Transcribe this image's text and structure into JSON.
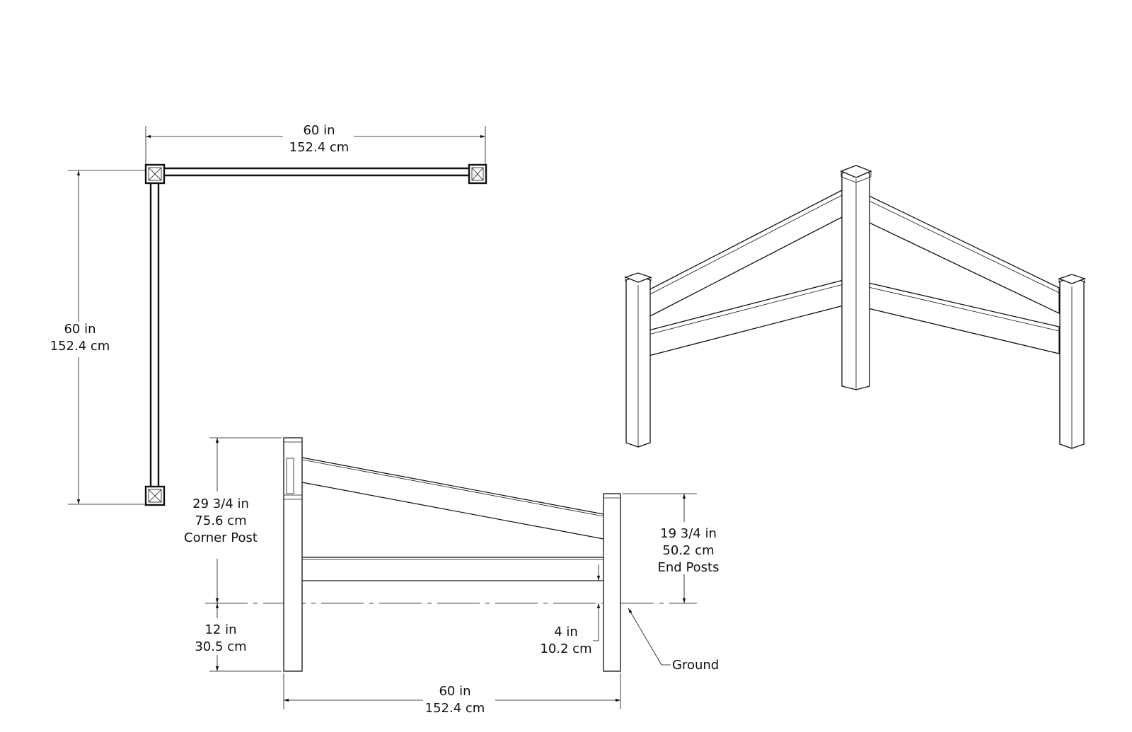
{
  "plan_view": {
    "top_width": {
      "imperial": "60 in",
      "metric": "152.4 cm"
    },
    "side_length": {
      "imperial": "60 in",
      "metric": "152.4 cm"
    }
  },
  "elevation_view": {
    "corner_post": {
      "imperial": "29 3/4 in",
      "metric": "75.6 cm",
      "label": "Corner Post"
    },
    "end_posts": {
      "imperial": "19 3/4 in",
      "metric": "50.2 cm",
      "label": "End Posts"
    },
    "burial_depth": {
      "imperial": "12 in",
      "metric": "30.5 cm"
    },
    "rail_clearance": {
      "imperial": "4 in",
      "metric": "10.2 cm"
    },
    "ground_label": "Ground",
    "span": {
      "imperial": "60 in",
      "metric": "152.4 cm"
    }
  },
  "colors": {
    "line": "#111111",
    "background": "#ffffff"
  }
}
